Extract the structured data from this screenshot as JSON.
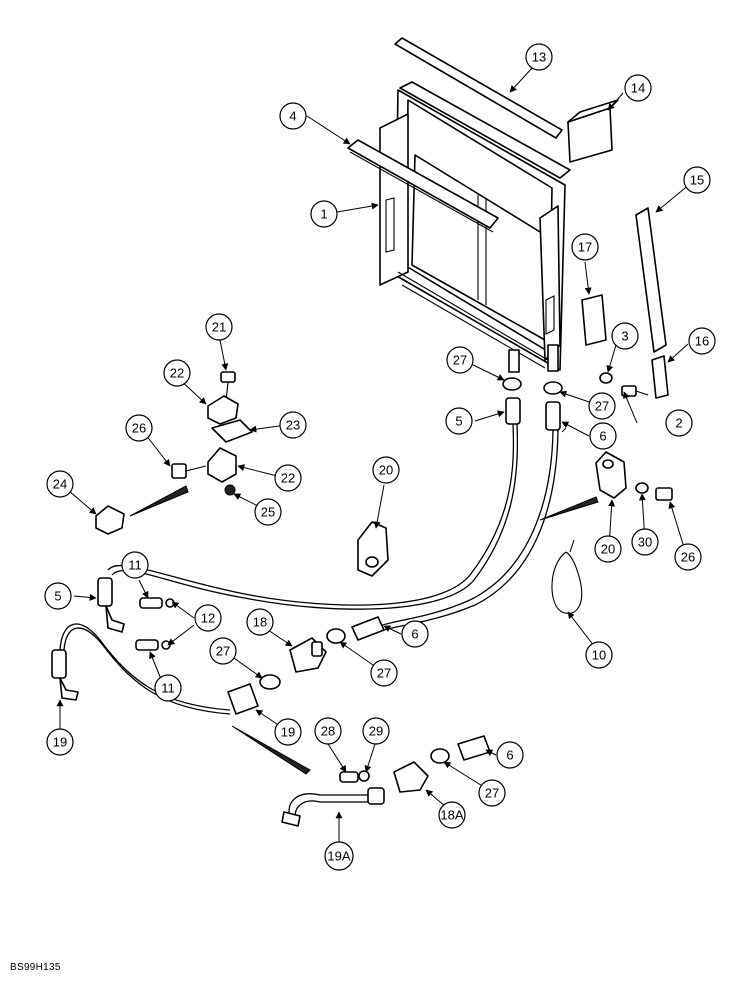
{
  "reference_code": "BS99H135",
  "callouts": [
    "1",
    "2",
    "3",
    "4",
    "5",
    "5",
    "6",
    "6",
    "6",
    "6",
    "10",
    "11",
    "11",
    "12",
    "12",
    "13",
    "14",
    "15",
    "16",
    "17",
    "18",
    "18A",
    "19",
    "19",
    "19A",
    "20",
    "20",
    "21",
    "22",
    "22",
    "23",
    "24",
    "25",
    "26",
    "26",
    "27",
    "27",
    "27",
    "27",
    "27",
    "28",
    "29",
    "30"
  ],
  "icons": [
    "arrow-icon",
    "callout-circle-icon"
  ]
}
